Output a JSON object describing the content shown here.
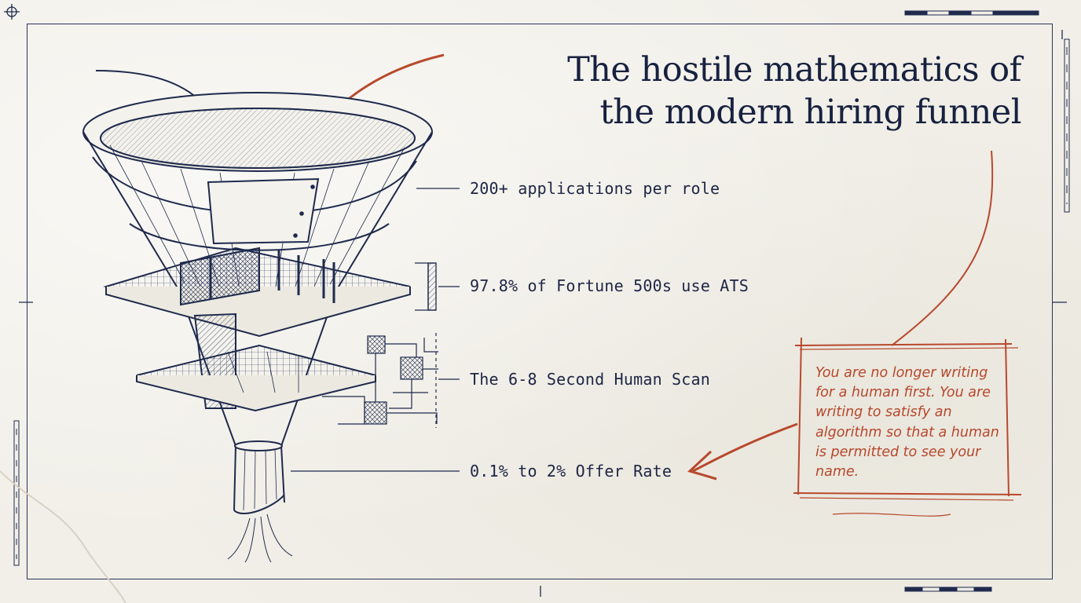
{
  "title": "The hostile mathematics of the modern hiring funnel",
  "stats": [
    "200+ applications per role",
    "97.8% of Fortune 500s use ATS",
    "The 6-8 Second Human Scan",
    "0.1% to 2% Offer Rate"
  ],
  "note": "You are no longer writing for a human first. You are writing to satisfy an algorithm so that a human is permitted to see your name.",
  "colors": {
    "ink": "#1f2a4d",
    "accent": "#b8492d",
    "paper": "#f1efe8"
  }
}
